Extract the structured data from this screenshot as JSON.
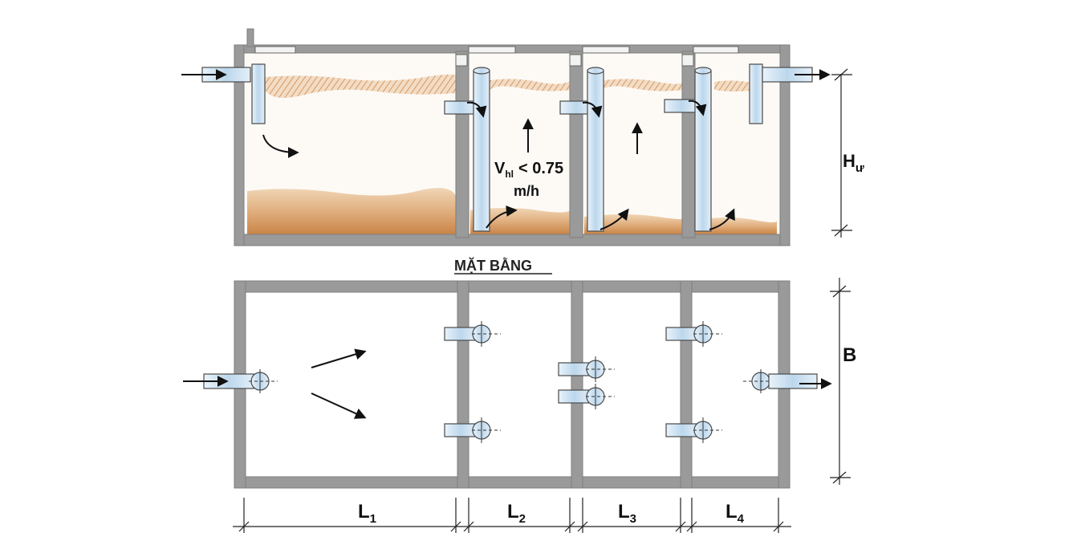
{
  "plan_title": "MẶT BẰNG",
  "velocity_label": {
    "symbol": "V",
    "subscript": "hl",
    "condition": "< 0.75",
    "unit": "m/h"
  },
  "dimensions": {
    "height": {
      "symbol": "H",
      "subscript": "ư"
    },
    "width": "B",
    "lengths": [
      {
        "symbol": "L",
        "subscript": "1"
      },
      {
        "symbol": "L",
        "subscript": "2"
      },
      {
        "symbol": "L",
        "subscript": "3"
      },
      {
        "symbol": "L",
        "subscript": "4"
      }
    ]
  },
  "colors": {
    "wall": "#9a9a9a",
    "wall_dark": "#7e7e7e",
    "pipe_fill": "#cfe3f2",
    "pipe_stroke": "#4a4a4a",
    "scum": "#d9a77a",
    "sludge_light": "#e8c39a",
    "sludge_dark": "#c98a4e",
    "arrow": "#111111"
  }
}
